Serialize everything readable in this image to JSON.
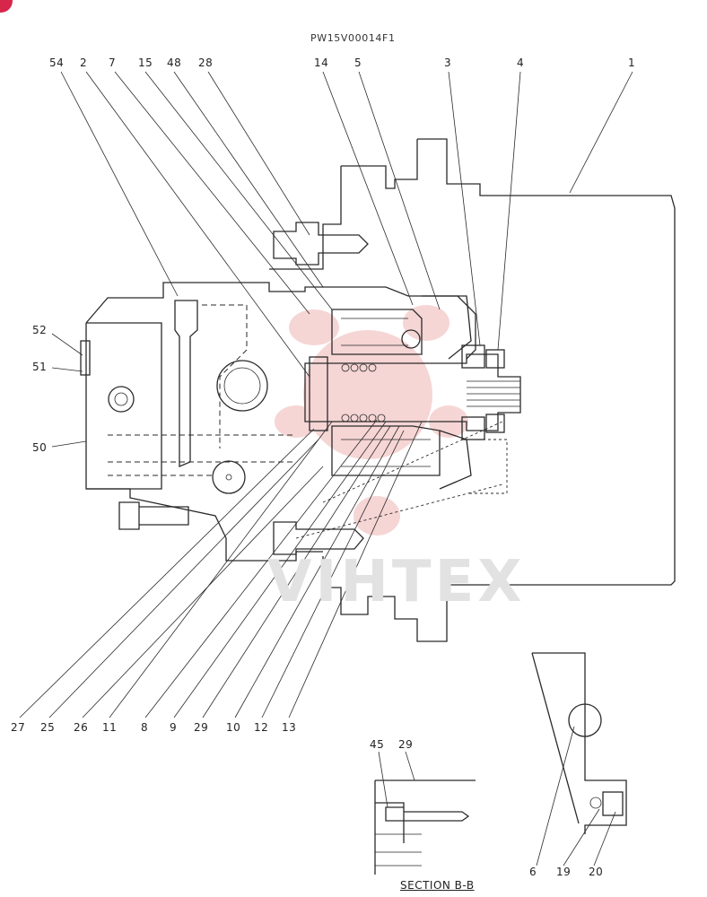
{
  "document_id": "PW15V00014F1",
  "watermark": "VIHTEX",
  "section_title": "SECTION B-B",
  "callouts_top": [
    "54",
    "2",
    "7",
    "15",
    "48",
    "28",
    "14",
    "5",
    "3",
    "4",
    "1"
  ],
  "callouts_left": [
    "52",
    "51",
    "50"
  ],
  "callouts_bottom": [
    "27",
    "25",
    "26",
    "11",
    "8",
    "9",
    "29",
    "10",
    "12",
    "13"
  ],
  "callouts_section": [
    "45",
    "29"
  ],
  "callouts_detail": [
    "6",
    "19",
    "20"
  ],
  "colors": {
    "line": "#2a2a2a",
    "watermark_logo": "#f3c8c8",
    "corner_badge": "#d6264a"
  }
}
